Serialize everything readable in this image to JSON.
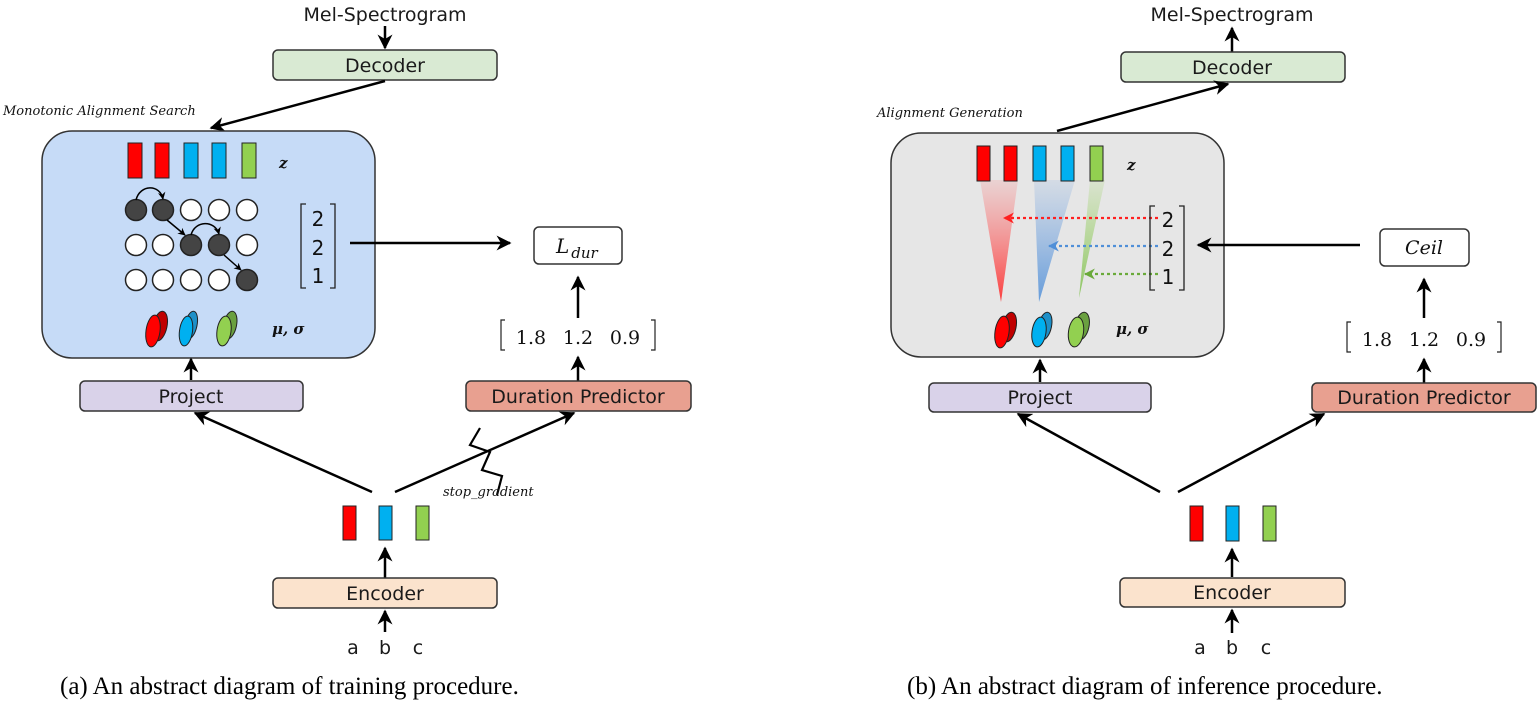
{
  "colors": {
    "decoder": "#d9ead3",
    "project": "#d9d2e9",
    "duration_predictor": "#e8a090",
    "encoder": "#fbe3cd",
    "mas_panel": "#c6dbf7",
    "gen_panel": "#e6e6e6",
    "red": "#ff0000",
    "blue": "#00b0f0",
    "green": "#92d050",
    "dark_node": "#444444"
  },
  "training": {
    "top_label": "Mel-Spectrogram",
    "decoder": "Decoder",
    "panel_label": "Monotonic Alignment Search",
    "z_label": "z",
    "mu_sigma_label": "μ, σ",
    "durations": [
      "2",
      "2",
      "1"
    ],
    "loss_label": "L",
    "loss_sub": "dur",
    "predicted_durations": [
      "1.8",
      "1.2",
      "0.9"
    ],
    "project": "Project",
    "duration_predictor": "Duration Predictor",
    "stop_gradient": "stop_gradient",
    "encoder": "Encoder",
    "inputs": [
      "a",
      "b",
      "c"
    ],
    "caption": "(a) An abstract diagram of training procedure.",
    "alignment_path": [
      [
        1,
        1,
        0,
        0,
        0
      ],
      [
        0,
        0,
        1,
        1,
        0
      ],
      [
        0,
        0,
        0,
        0,
        1
      ]
    ]
  },
  "inference": {
    "top_label": "Mel-Spectrogram",
    "decoder": "Decoder",
    "panel_label": "Alignment Generation",
    "z_label": "z",
    "mu_sigma_label": "μ, σ",
    "durations": [
      "2",
      "2",
      "1"
    ],
    "ceil_label": "Ceil",
    "predicted_durations": [
      "1.8",
      "1.2",
      "0.9"
    ],
    "project": "Project",
    "duration_predictor": "Duration Predictor",
    "encoder": "Encoder",
    "inputs": [
      "a",
      "b",
      "c"
    ],
    "caption": "(b) An abstract diagram of inference procedure."
  }
}
